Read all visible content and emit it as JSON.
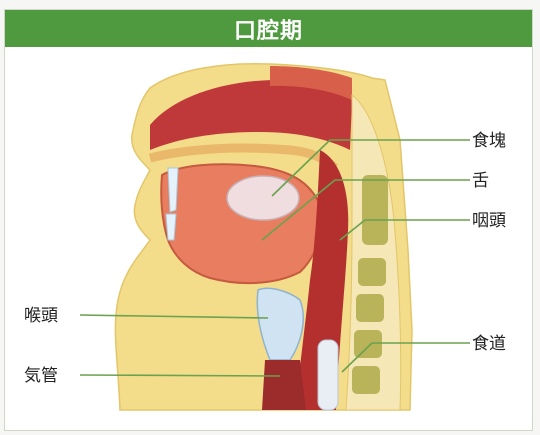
{
  "header": {
    "title": "口腔期"
  },
  "labels": {
    "bolus": "食塊",
    "tongue": "舌",
    "pharynx": "咽頭",
    "larynx": "喉頭",
    "trachea": "気管",
    "esophagus": "食道"
  },
  "colors": {
    "header_bg": "#4f9a3f",
    "leader_line": "#6aa24f",
    "skin": "#f3dc8a",
    "tissue": "#c0393a",
    "bone": "#b9b35a"
  }
}
